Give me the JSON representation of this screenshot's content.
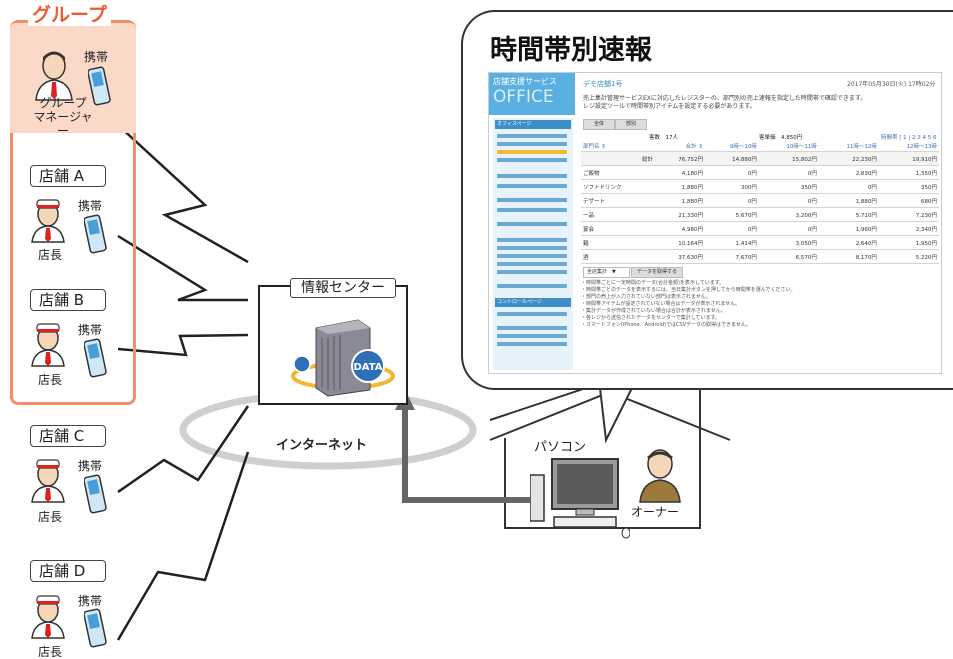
{
  "group": {
    "title": "グループ",
    "manager_label": "グループ\nマネージャー",
    "phone_label": "携帯"
  },
  "stores": [
    {
      "label": "店舗 A",
      "role": "店長",
      "phone": "携帯"
    },
    {
      "label": "店舗 B",
      "role": "店長",
      "phone": "携帯"
    },
    {
      "label": "店舗 C",
      "role": "店長",
      "phone": "携帯"
    },
    {
      "label": "店舗 D",
      "role": "店長",
      "phone": "携帯"
    }
  ],
  "center": {
    "label": "情報センター",
    "data_label": "DATA"
  },
  "internet": "インターネット",
  "pc": {
    "label": "パソコン",
    "owner": "オーナー"
  },
  "callout": {
    "title": "時間帯別速報"
  },
  "screen": {
    "brand_small": "店舗支援サービス",
    "brand_big": "OFFICE",
    "page_title": "デモ店舗1号",
    "date": "2017年05月30日(火) 17時02分",
    "desc1": "売上集計管理サービスEXに対応したレジスターの、部門別の売上速報を指定した時間帯で確認できます。",
    "desc2": "レジ設定ツールで時間帯別アイテムを設定する必要があります。",
    "btn_all": "全体",
    "btn_dept": "部別",
    "guests": "客数　17人",
    "avg": "客単価　4,850円",
    "hours_label": "時間帯 [ 1 | 2 3 4 5 6",
    "headers": [
      "部門名 ⇕",
      "合計 ⇕",
      "9時〜10時",
      "10時〜11時",
      "11時〜12時",
      "12時〜13時"
    ],
    "rows": [
      [
        "総計",
        "76,752円",
        "14,880円",
        "15,802円",
        "22,230円",
        "19,910円"
      ],
      [
        "ご飯物",
        "4,180円",
        "0円",
        "0円",
        "2,830円",
        "1,350円"
      ],
      [
        "ソフトドリンク",
        "1,880円",
        "300円",
        "350円",
        "0円",
        "350円"
      ],
      [
        "デザート",
        "1,880円",
        "0円",
        "0円",
        "1,880円",
        "680円"
      ],
      [
        "一品",
        "21,330円",
        "5,670円",
        "3,200円",
        "5,710円",
        "7,230円"
      ],
      [
        "宴会",
        "4,960円",
        "0円",
        "0円",
        "1,960円",
        "2,340円"
      ],
      [
        "麺",
        "10,164円",
        "1,414円",
        "3,050円",
        "2,640円",
        "1,950円"
      ],
      [
        "酒",
        "37,630円",
        "7,670円",
        "6,570円",
        "8,170円",
        "5,220円"
      ]
    ],
    "select_label": "全店集計　▼",
    "fetch_button": "データを取得する",
    "notes": [
      "・時間帯ごとに一定時間のデータ(合計金額)を表示しています。",
      "・時間帯ごとのデータを表示するには、当日集計ボタンを押してから時間帯を選んでください。",
      "・部門の売上が入力されていない部門は表示されません。",
      "・時間帯アイテムが設定されていない場合はデータが表示されません。",
      "・集計データが作成されていない場合は合計が表示されません。",
      "・各レジから送信されたデータをセンターで集計しています。",
      "・スマートフォン(iPhone／Android)ではCSVデータの取得はできません。"
    ],
    "sidebar_header1": "オフィスページ",
    "sidebar_header2": "コントロールページ"
  },
  "colors": {
    "accent": "#ee5a2e",
    "group_fill": "#fbd9c8",
    "screen_blue": "#3c8fc7"
  }
}
